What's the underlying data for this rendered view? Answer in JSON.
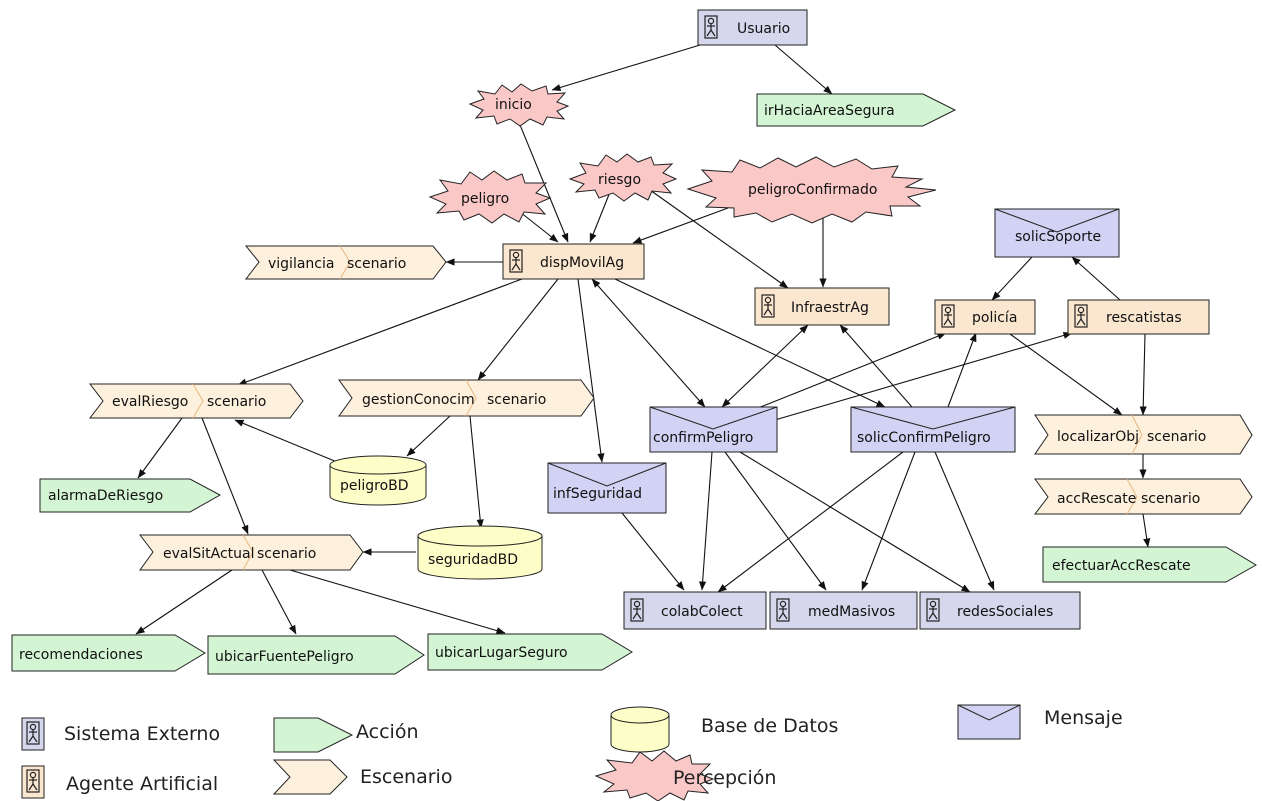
{
  "colors": {
    "external": "#d6d6ec",
    "agent": "#fbe6cf",
    "action": "#d4f5d4",
    "scenario": "#fdf0dc",
    "database": "#fdfdc8",
    "perception": "#fbc8c8",
    "message": "#d2d2f4"
  },
  "nodes": {
    "usuario": "Usuario",
    "irHaciaAreaSegura": "irHaciaAreaSegura",
    "inicio": "inicio",
    "peligro": "peligro",
    "riesgo": "riesgo",
    "peligroConfirmado": "peligroConfirmado",
    "solicSoporte": "solicSoporte",
    "vigilancia_a": "vigilancia",
    "vigilancia_b": "scenario",
    "dispMovilAg": "dispMovilAg",
    "infraestrAg": "InfraestrAg",
    "policia": "policía",
    "rescatistas": "rescatistas",
    "evalRiesgo_a": "evalRiesgo",
    "evalRiesgo_b": "scenario",
    "gestionConocim_a": "gestionConocim",
    "gestionConocim_b": "scenario",
    "confirmPeligro": "confirmPeligro",
    "solicConfirmPeligro": "solicConfirmPeligro",
    "localizarObj_a": "localizarObj",
    "localizarObj_b": "scenario",
    "alarmaDeRiesgo": "alarmaDeRiesgo",
    "peligroBD": "peligroBD",
    "infSeguridad": "infSeguridad",
    "accRescate_a": "accRescate",
    "accRescate_b": "scenario",
    "evalSitActual_a": "evalSitActual",
    "evalSitActual_b": "scenario",
    "seguridadBD": "seguridadBD",
    "efectuarAccRescate": "efectuarAccRescate",
    "colabColect": "colabColect",
    "medMasivos": "medMasivos",
    "redesSociales": "redesSociales",
    "recomendaciones": "recomendaciones",
    "ubicarFuentePeligro": "ubicarFuentePeligro",
    "ubicarLugarSeguro": "ubicarLugarSeguro"
  },
  "legend": {
    "external": "Sistema Externo",
    "agent": "Agente Artificial",
    "action": "Acción",
    "scenario": "Escenario",
    "database": "Base de Datos",
    "perception": "Percepción",
    "message": "Mensaje"
  }
}
